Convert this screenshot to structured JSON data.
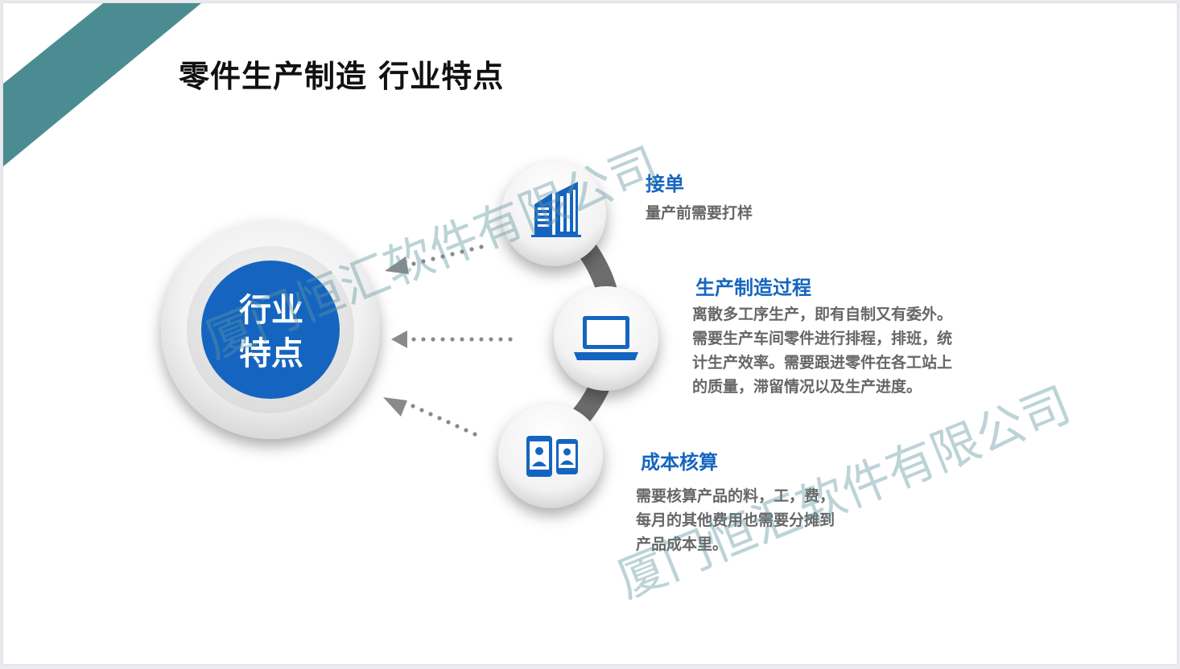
{
  "slide": {
    "title": "零件生产制造 行业特点",
    "accent_color": "#4b8c92",
    "hub": {
      "line1": "行业",
      "line2": "特点",
      "color": "#1565c0"
    },
    "features": [
      {
        "heading": "接单",
        "icon": "office-building-icon",
        "lines": [
          "量产前需要打样"
        ]
      },
      {
        "heading": "生产制造过程",
        "icon": "laptop-icon",
        "lines": [
          "离散多工序生产，即有自制又有委外。",
          "需要生产车间零件进行排程，排班，统",
          "计生产效率。需要跟进零件在各工站上",
          "的质量，滞留情况以及生产进度。"
        ]
      },
      {
        "heading": "成本核算",
        "icon": "mobile-contacts-icon",
        "lines": [
          "需要核算产品的料，工，费，",
          "每月的其他费用也需要分摊到",
          "产品成本里。"
        ]
      }
    ],
    "watermark": "厦门恒汇软件有限公司"
  }
}
